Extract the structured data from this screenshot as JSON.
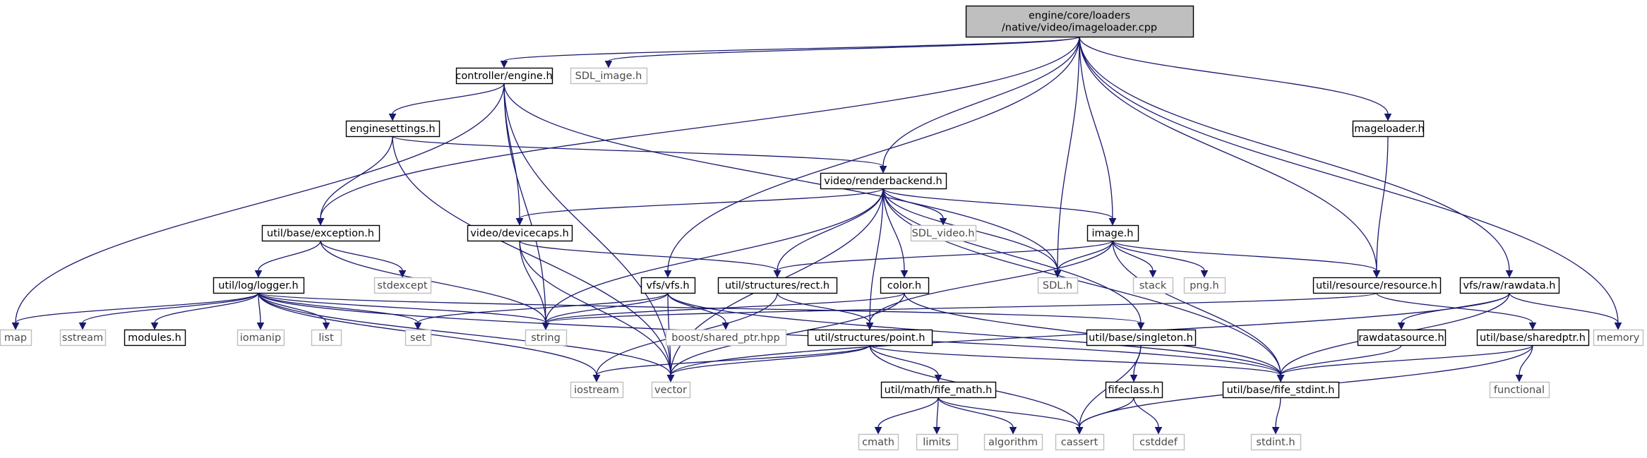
{
  "diagram": {
    "nodes": [
      {
        "id": "root",
        "label": "engine/core/loaders\n/native/video/imageloader.cpp",
        "kind": "root"
      },
      {
        "id": "engine",
        "label": "controller/engine.h",
        "kind": "doc"
      },
      {
        "id": "sdlimage",
        "label": "SDL_image.h",
        "kind": "ext"
      },
      {
        "id": "enginesettings",
        "label": "enginesettings.h",
        "kind": "doc"
      },
      {
        "id": "renderbackend",
        "label": "video/renderbackend.h",
        "kind": "doc"
      },
      {
        "id": "imageloader",
        "label": "imageloader.h",
        "kind": "doc"
      },
      {
        "id": "exception",
        "label": "util/base/exception.h",
        "kind": "doc"
      },
      {
        "id": "devicecaps",
        "label": "video/devicecaps.h",
        "kind": "doc"
      },
      {
        "id": "sdlvideo",
        "label": "SDL_video.h",
        "kind": "ext"
      },
      {
        "id": "image",
        "label": "image.h",
        "kind": "doc"
      },
      {
        "id": "logger",
        "label": "util/log/logger.h",
        "kind": "doc"
      },
      {
        "id": "stdexcept",
        "label": "stdexcept",
        "kind": "ext"
      },
      {
        "id": "vfs",
        "label": "vfs/vfs.h",
        "kind": "doc"
      },
      {
        "id": "rect",
        "label": "util/structures/rect.h",
        "kind": "doc"
      },
      {
        "id": "color",
        "label": "color.h",
        "kind": "doc"
      },
      {
        "id": "sdl",
        "label": "SDL.h",
        "kind": "ext"
      },
      {
        "id": "stack",
        "label": "stack",
        "kind": "ext"
      },
      {
        "id": "png",
        "label": "png.h",
        "kind": "ext"
      },
      {
        "id": "resource",
        "label": "util/resource/resource.h",
        "kind": "doc"
      },
      {
        "id": "rawdata",
        "label": "vfs/raw/rawdata.h",
        "kind": "doc"
      },
      {
        "id": "map",
        "label": "map",
        "kind": "ext"
      },
      {
        "id": "sstream",
        "label": "sstream",
        "kind": "ext"
      },
      {
        "id": "modules",
        "label": "modules.h",
        "kind": "doc"
      },
      {
        "id": "iomanip",
        "label": "iomanip",
        "kind": "ext"
      },
      {
        "id": "list",
        "label": "list",
        "kind": "ext"
      },
      {
        "id": "set",
        "label": "set",
        "kind": "ext"
      },
      {
        "id": "string",
        "label": "string",
        "kind": "ext"
      },
      {
        "id": "sharedptrhpp",
        "label": "boost/shared_ptr.hpp",
        "kind": "ext"
      },
      {
        "id": "point",
        "label": "util/structures/point.h",
        "kind": "doc"
      },
      {
        "id": "singleton",
        "label": "util/base/singleton.h",
        "kind": "doc"
      },
      {
        "id": "rawdatasource",
        "label": "rawdatasource.h",
        "kind": "doc"
      },
      {
        "id": "sharedptr",
        "label": "util/base/sharedptr.h",
        "kind": "doc"
      },
      {
        "id": "memory",
        "label": "memory",
        "kind": "ext"
      },
      {
        "id": "iostream",
        "label": "iostream",
        "kind": "ext"
      },
      {
        "id": "vector",
        "label": "vector",
        "kind": "ext"
      },
      {
        "id": "fifemath",
        "label": "util/math/fife_math.h",
        "kind": "doc"
      },
      {
        "id": "fifeclass",
        "label": "fifeclass.h",
        "kind": "doc"
      },
      {
        "id": "fifestdint",
        "label": "util/base/fife_stdint.h",
        "kind": "doc"
      },
      {
        "id": "functional",
        "label": "functional",
        "kind": "ext"
      },
      {
        "id": "cmath",
        "label": "cmath",
        "kind": "ext"
      },
      {
        "id": "limits",
        "label": "limits",
        "kind": "ext"
      },
      {
        "id": "algorithm",
        "label": "algorithm",
        "kind": "ext"
      },
      {
        "id": "cassert",
        "label": "cassert",
        "kind": "ext"
      },
      {
        "id": "cstddef",
        "label": "cstddef",
        "kind": "ext"
      },
      {
        "id": "stdint",
        "label": "stdint.h",
        "kind": "ext"
      }
    ],
    "edges": [
      [
        "root",
        "engine"
      ],
      [
        "root",
        "sdlimage"
      ],
      [
        "root",
        "renderbackend"
      ],
      [
        "root",
        "imageloader"
      ],
      [
        "root",
        "exception"
      ],
      [
        "root",
        "image"
      ],
      [
        "root",
        "vfs"
      ],
      [
        "root",
        "sdl"
      ],
      [
        "root",
        "resource"
      ],
      [
        "root",
        "rawdata"
      ],
      [
        "root",
        "memory"
      ],
      [
        "engine",
        "enginesettings"
      ],
      [
        "engine",
        "devicecaps"
      ],
      [
        "engine",
        "map"
      ],
      [
        "engine",
        "string"
      ],
      [
        "engine",
        "vector"
      ],
      [
        "engine",
        "sdl"
      ],
      [
        "enginesettings",
        "renderbackend"
      ],
      [
        "enginesettings",
        "exception"
      ],
      [
        "enginesettings",
        "vector"
      ],
      [
        "imageloader",
        "resource"
      ],
      [
        "renderbackend",
        "devicecaps"
      ],
      [
        "renderbackend",
        "sdlvideo"
      ],
      [
        "renderbackend",
        "image"
      ],
      [
        "renderbackend",
        "rect"
      ],
      [
        "renderbackend",
        "color"
      ],
      [
        "renderbackend",
        "sdl"
      ],
      [
        "renderbackend",
        "point"
      ],
      [
        "renderbackend",
        "singleton"
      ],
      [
        "renderbackend",
        "fifestdint"
      ],
      [
        "renderbackend",
        "string"
      ],
      [
        "renderbackend",
        "vector"
      ],
      [
        "exception",
        "logger"
      ],
      [
        "exception",
        "stdexcept"
      ],
      [
        "exception",
        "string"
      ],
      [
        "devicecaps",
        "rect"
      ],
      [
        "devicecaps",
        "string"
      ],
      [
        "devicecaps",
        "vector"
      ],
      [
        "image",
        "sdl"
      ],
      [
        "image",
        "stack"
      ],
      [
        "image",
        "png"
      ],
      [
        "image",
        "resource"
      ],
      [
        "image",
        "rect"
      ],
      [
        "image",
        "point"
      ],
      [
        "image",
        "fifestdint"
      ],
      [
        "logger",
        "map"
      ],
      [
        "logger",
        "sstream"
      ],
      [
        "logger",
        "modules"
      ],
      [
        "logger",
        "iomanip"
      ],
      [
        "logger",
        "list"
      ],
      [
        "logger",
        "set"
      ],
      [
        "logger",
        "string"
      ],
      [
        "logger",
        "vector"
      ],
      [
        "logger",
        "iostream"
      ],
      [
        "logger",
        "singleton"
      ],
      [
        "logger",
        "fifestdint"
      ],
      [
        "vfs",
        "set"
      ],
      [
        "vfs",
        "string"
      ],
      [
        "vfs",
        "sharedptrhpp"
      ],
      [
        "vfs",
        "vector"
      ],
      [
        "vfs",
        "fifestdint"
      ],
      [
        "rect",
        "point"
      ],
      [
        "rect",
        "iostream"
      ],
      [
        "color",
        "string"
      ],
      [
        "color",
        "vector"
      ],
      [
        "color",
        "fifestdint"
      ],
      [
        "resource",
        "string"
      ],
      [
        "resource",
        "sharedptr"
      ],
      [
        "rawdata",
        "rawdatasource"
      ],
      [
        "rawdata",
        "memory"
      ],
      [
        "rawdata",
        "vector"
      ],
      [
        "rawdata",
        "fifestdint"
      ],
      [
        "point",
        "iostream"
      ],
      [
        "point",
        "vector"
      ],
      [
        "point",
        "cassert"
      ],
      [
        "point",
        "fifemath"
      ],
      [
        "point",
        "fifestdint"
      ],
      [
        "singleton",
        "cassert"
      ],
      [
        "singleton",
        "fifeclass"
      ],
      [
        "rawdatasource",
        "fifestdint"
      ],
      [
        "sharedptr",
        "functional"
      ],
      [
        "sharedptr",
        "cassert"
      ],
      [
        "sharedptr",
        "fifestdint"
      ],
      [
        "fifemath",
        "cmath"
      ],
      [
        "fifemath",
        "limits"
      ],
      [
        "fifemath",
        "algorithm"
      ],
      [
        "fifemath",
        "cassert"
      ],
      [
        "fifeclass",
        "cassert"
      ],
      [
        "fifeclass",
        "cstddef"
      ],
      [
        "fifestdint",
        "stdint"
      ]
    ]
  }
}
